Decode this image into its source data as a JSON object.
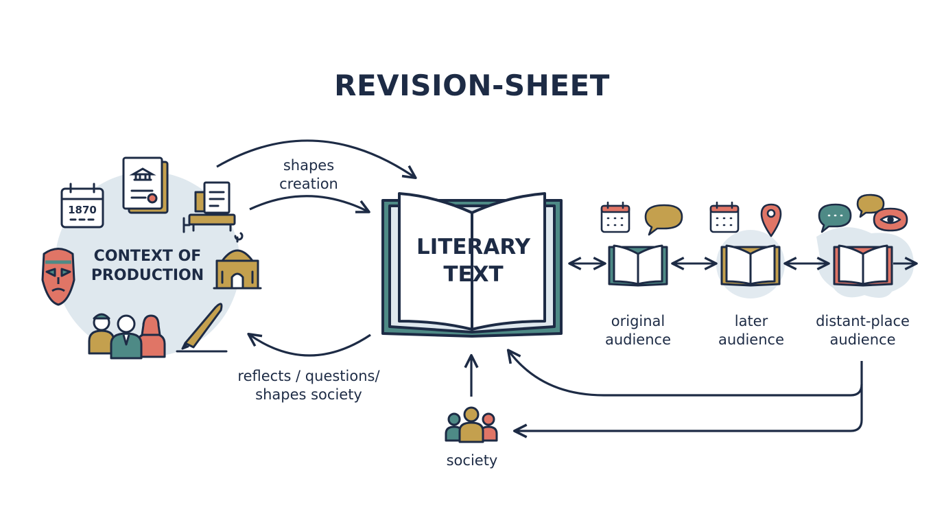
{
  "title": "REVISION-SHEET",
  "context": {
    "line1": "CONTEXT OF",
    "line2": "PRODUCTION",
    "year": "1870"
  },
  "text_node": {
    "line1": "LITERARY",
    "line2": "TEXT"
  },
  "arrows": {
    "shapes": {
      "line1": "shapes",
      "line2": "creation"
    },
    "reflects": {
      "line1": "reflects / questions/",
      "line2": "shapes society"
    }
  },
  "society": {
    "label": "society"
  },
  "audiences": [
    {
      "line1": "original",
      "line2": "audience"
    },
    {
      "line1": "later",
      "line2": "audience"
    },
    {
      "line1": "distant-place",
      "line2": "audience"
    }
  ],
  "colors": {
    "navy": "#1d2b45",
    "teal": "#4e8a86",
    "mustard": "#c4a04e",
    "coral": "#e07566",
    "light_blue": "#dfe8ee",
    "blob": "#cfdde3"
  }
}
